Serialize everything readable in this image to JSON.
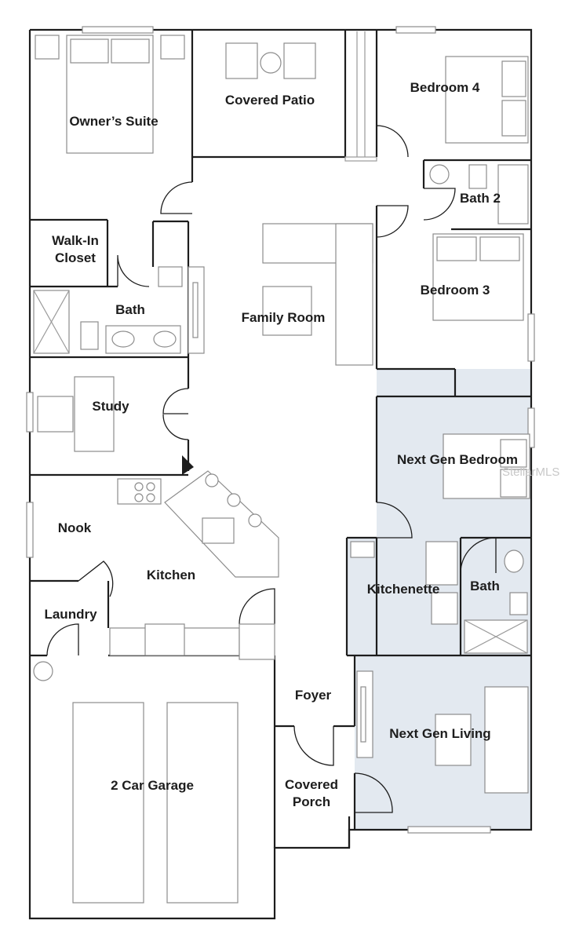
{
  "rooms": {
    "owners_suite": "Owner’s Suite",
    "covered_patio": "Covered Patio",
    "bedroom_4": "Bedroom 4",
    "bath_2": "Bath 2",
    "walk_in_closet_line1": "Walk-In",
    "walk_in_closet_line2": "Closet",
    "bath": "Bath",
    "family_room": "Family Room",
    "bedroom_3": "Bedroom 3",
    "study": "Study",
    "next_gen_bedroom": "Next Gen Bedroom",
    "nook": "Nook",
    "kitchen": "Kitchen",
    "laundry": "Laundry",
    "kitchenette": "Kitchenette",
    "next_gen_bath": "Bath",
    "foyer": "Foyer",
    "next_gen_living": "Next Gen Living",
    "garage": "2 Car Garage",
    "covered_porch_line1": "Covered",
    "covered_porch_line2": "Porch"
  },
  "watermark": "StellarMLS",
  "colors": {
    "walls": "#1d1d1d",
    "fixtures": "#8c8c8c",
    "next_gen_suite_fill": "#e3e9f0",
    "background": "#ffffff"
  }
}
